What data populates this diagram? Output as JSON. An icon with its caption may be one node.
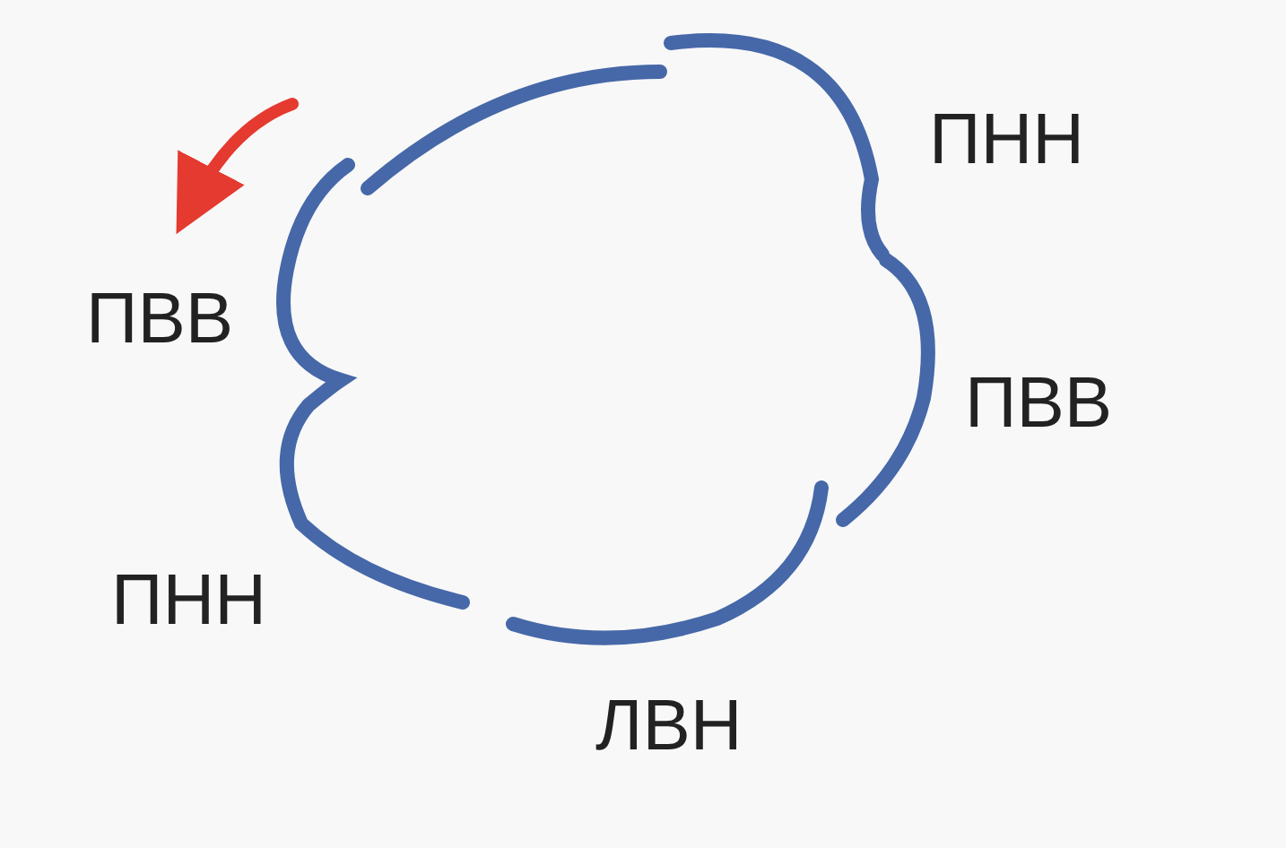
{
  "diagram": {
    "labels": [
      "ПНН",
      "ПВВ",
      "ПВВ",
      "ПНН",
      "ЛВН"
    ]
  }
}
